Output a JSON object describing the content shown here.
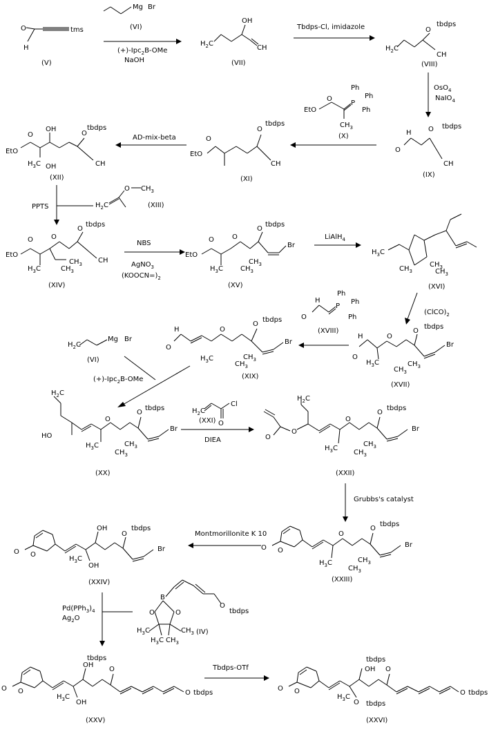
{
  "compounds": {
    "V": "(V)",
    "VI": "(VI)",
    "VII": "(VII)",
    "VIII": "(VIII)",
    "IX": "(IX)",
    "X": "(X)",
    "XI": "(XI)",
    "XII": "(XII)",
    "XIII": "(XIII)",
    "XIV": "(XIV)",
    "XV": "(XV)",
    "XVI": "(XVI)",
    "XVII": "(XVII)",
    "XVIII": "(XVIII)",
    "XIX": "(XIX)",
    "VI_b": "(VI)",
    "XX": "(XX)",
    "XXI": "(XXI)",
    "XXII": "(XXII)",
    "XXIII": "(XXIII)",
    "XXIV": "(XXIV)",
    "IV": "(IV)",
    "XXV": "(XXV)",
    "XXVI": "(XXVI)"
  },
  "reagents": {
    "r1a": "(+)-Ipc",
    "r1b": "2",
    "r1c": "B-OMe",
    "r1d": "NaOH",
    "r2": "Tbdps-Cl, imidazole",
    "r3a": "OsO",
    "r3b": "4",
    "r3c": "NaIO",
    "r3d": "4",
    "r4": "AD-mix-beta",
    "r5": "PPTS",
    "r6a": "NBS",
    "r6b": "AgNO",
    "r6c": "3",
    "r6d": "(KOOCN=)",
    "r6e": "2",
    "r7a": "LiAlH",
    "r7b": "4",
    "r8a": "(ClCO)",
    "r8b": "2",
    "r9a": "(+)-Ipc",
    "r9b": "2",
    "r9c": "B-OMe",
    "r10": "DIEA",
    "r11": "Grubbs's catalyst",
    "r12": "Montmorillonite K 10",
    "r13a": "Pd(PPh",
    "r13b": "3",
    "r13c": ")",
    "r13d": "4",
    "r13e": "Ag",
    "r13f": "2",
    "r13g": "O",
    "r14": "Tbdps-OTf"
  },
  "atoms": {
    "tms": "tms",
    "tbdps": "tbdps",
    "OH": "OH",
    "HO": "HO",
    "O": "O",
    "H": "H",
    "Mg": "Mg",
    "Br": "Br",
    "EtO": "EtO",
    "Et": "Et",
    "Ph": "Ph",
    "P": "P",
    "Cl": "Cl",
    "B": "B",
    "H2C": "H",
    "sub2": "2",
    "CH": "CH",
    "C": "C",
    "H3C": "H",
    "sub3": "3",
    "CH3": "CH"
  }
}
